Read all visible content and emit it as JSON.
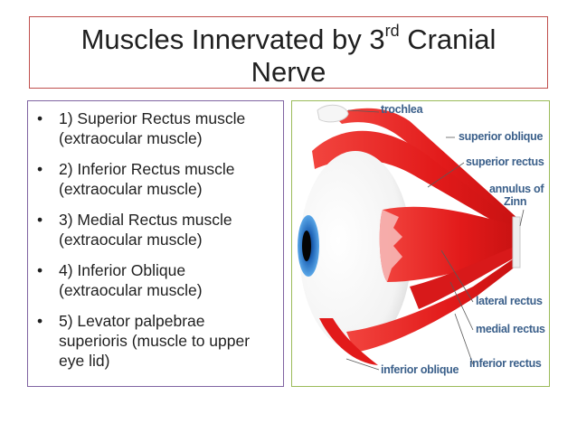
{
  "title": {
    "line1_main": "Muscles Innervated by 3",
    "line1_sup": "rd",
    "line1_end": " Cranial",
    "line2": "Nerve"
  },
  "bullet_char": "•",
  "list": [
    {
      "line1": "1) Superior Rectus muscle",
      "line2": "(extraocular muscle)"
    },
    {
      "line1": "2) Inferior Rectus muscle",
      "line2": "(extraocular muscle)"
    },
    {
      "line1": "3) Medial Rectus muscle",
      "line2": "(extraocular muscle)"
    },
    {
      "line1": "4) Inferior Oblique",
      "line2": "(extraocular muscle)"
    },
    {
      "line1": "5) Levator palpebrae",
      "line2": "superioris (muscle to upper",
      "line3": "eye lid)"
    }
  ],
  "diagram": {
    "labels": {
      "trochlea": "trochlea",
      "superior_oblique": "superior oblique",
      "superior_rectus": "superior rectus",
      "annulus_1": "annulus of",
      "annulus_2": "Zinn",
      "lateral_rectus": "lateral rectus",
      "medial_rectus": "medial rectus",
      "inferior_rectus": "inferior rectus",
      "inferior_oblique": "inferior oblique"
    },
    "colors": {
      "muscle": "#e8201e",
      "muscle_dark": "#b50f10",
      "iris": "#2f7fcf",
      "label": "#3a5f8a"
    }
  }
}
